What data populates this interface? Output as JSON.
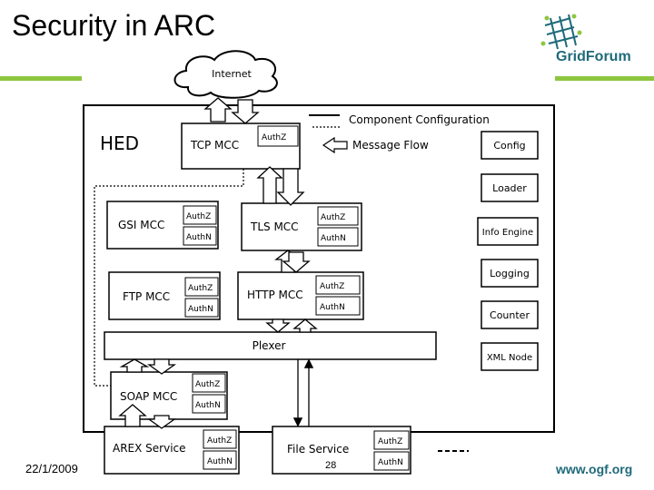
{
  "slide": {
    "title": "Security in ARC",
    "date": "22/1/2009",
    "page_number": "28",
    "logo_text": "GridForum",
    "footer_url": "www.ogf.org"
  },
  "colors": {
    "accent_green": "#8dc63f",
    "logo_teal": "#1f6a7a"
  },
  "diagram": {
    "internet": "Internet",
    "hed": "HED",
    "legend": {
      "component_configuration": "Component  Configuration",
      "message_flow": "Message Flow"
    },
    "mcc": {
      "tcp": "TCP MCC",
      "gsi": "GSI MCC",
      "tls": "TLS MCC",
      "ftp": "FTP MCC",
      "http": "HTTP MCC",
      "soap": "SOAP MCC"
    },
    "plexer": "Plexer",
    "services": {
      "arex": "AREX Service",
      "file": "File Service"
    },
    "auth": {
      "authz": "AuthZ",
      "authn": "AuthN"
    },
    "components": [
      "Config",
      "Loader",
      "Info Engine",
      "Logging",
      "Counter",
      "XML Node"
    ]
  }
}
